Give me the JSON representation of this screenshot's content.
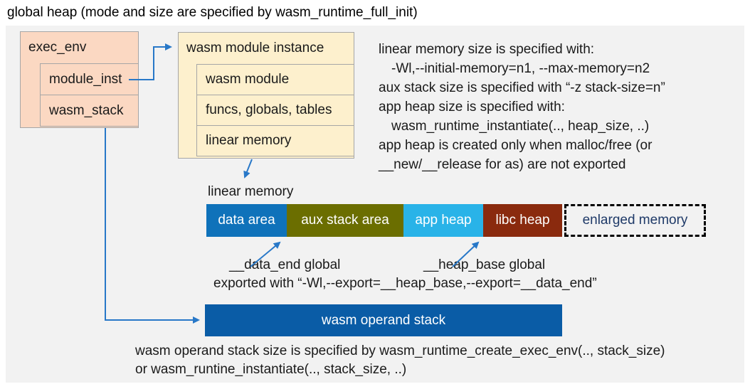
{
  "title": "global heap (mode and size are specified by wasm_runtime_full_init)",
  "colors": {
    "canvas": "#f2f2f2",
    "peach_box": "#fbd8c2",
    "yellow_box": "#fdf0cd",
    "box_border": "#a6a6a6",
    "data_area": "#0f72ba",
    "aux_stack": "#6b6e00",
    "app_heap": "#29b3e8",
    "libc_heap": "#8a2a0e",
    "operand_stack": "#0a5ca6",
    "connector": "#2878c8",
    "enlarged_text": "#1f3a68"
  },
  "exec_env_box": {
    "title": "exec_env",
    "rows": [
      "module_inst",
      "wasm_stack"
    ]
  },
  "module_instance_box": {
    "title": "wasm module instance",
    "rows": [
      "wasm module",
      "funcs, globals, tables",
      "linear memory"
    ]
  },
  "notes": {
    "lines": [
      "linear memory size is specified with:",
      "-Wl,--initial-memory=n1, --max-memory=n2",
      "aux stack size is specified with “-z stack-size=n”",
      "app heap size is specified with:",
      "wasm_runtime_instantiate(.., heap_size, ..)",
      "app heap is created only when malloc/free (or",
      "__new/__release for as) are not exported"
    ]
  },
  "linear_memory": {
    "label": "linear memory",
    "segments": [
      {
        "label": "data area",
        "color": "#0f72ba"
      },
      {
        "label": "aux stack area",
        "color": "#6b6e00"
      },
      {
        "label": "app heap",
        "color": "#29b3e8"
      },
      {
        "label": "libc heap",
        "color": "#8a2a0e"
      }
    ],
    "enlarged_label": "enlarged memory"
  },
  "globals": {
    "data_end": "__data_end global",
    "heap_base": "__heap_base global",
    "export_note": "exported with “-Wl,--export=__heap_base,--export=__data_end”"
  },
  "operand_stack": {
    "label": "wasm operand stack",
    "note_line1": "wasm operand stack size is specified by wasm_runtime_create_exec_env(.., stack_size)",
    "note_line2": "or wasm_runtine_instantiate(.., stack_size, ..)"
  }
}
